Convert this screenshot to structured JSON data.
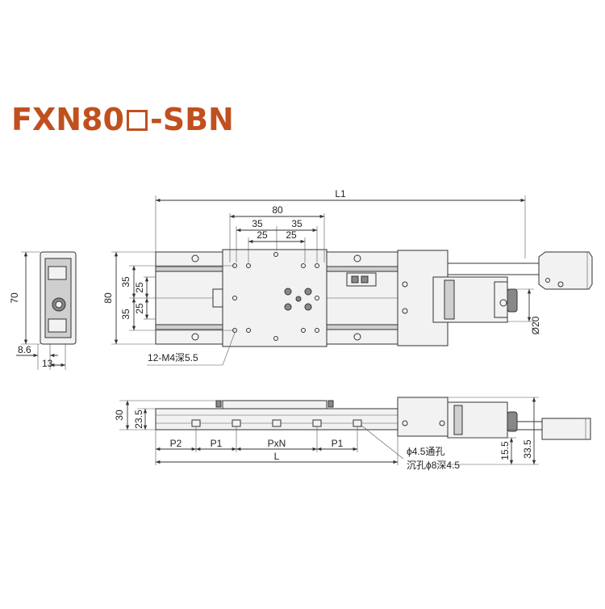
{
  "title": {
    "main": "FXN80",
    "suffix": "-SBN"
  },
  "dimensions": {
    "L1": "L1",
    "w80_top": "80",
    "w35_left": "35",
    "w35_right": "35",
    "w25_left": "25",
    "w25_right": "25",
    "h80": "80",
    "h35_top": "35",
    "h25_top": "25",
    "h35_bottom": "35",
    "h25_bottom": "25",
    "h70": "70",
    "w8_6": "8.6",
    "w13": "13",
    "d20": "Ø20",
    "h30": "30",
    "h23_5": "23.5",
    "p2": "P2",
    "p1_left": "P1",
    "pxn": "PxN",
    "p1_right": "P1",
    "L": "L",
    "h15_5": "15.5",
    "h33_5": "33.5"
  },
  "notes": {
    "tapped_holes": "12-M4深5.5",
    "through_hole": "ϕ4.5通孔",
    "counterbore": "沉孔ϕ8深4.5"
  }
}
